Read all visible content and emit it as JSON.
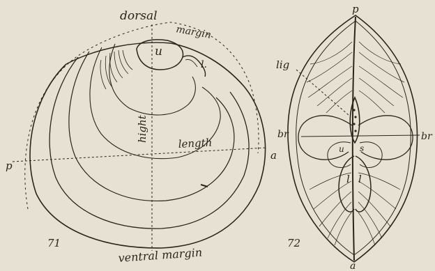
{
  "figure71": {
    "label_dorsal": "dorsal",
    "label_margin": "margin",
    "label_umbo": "u",
    "label_ligament": "l.",
    "label_hight": "hight",
    "label_length": "length",
    "label_posterior": "p",
    "label_anterior": "a",
    "label_ventral_margin": "ventral margin",
    "figure_number": "71"
  },
  "figure72": {
    "label_posterior": "p",
    "label_lig": "lig",
    "label_br_left": "br",
    "label_br_right": "br",
    "label_u": "u",
    "label_s": "s",
    "label_l_left": "l",
    "label_l_right": "l",
    "label_anterior": "a",
    "figure_number": "72"
  },
  "colors": {
    "paper": "#e6e1d2",
    "ink": "#2a241b"
  }
}
